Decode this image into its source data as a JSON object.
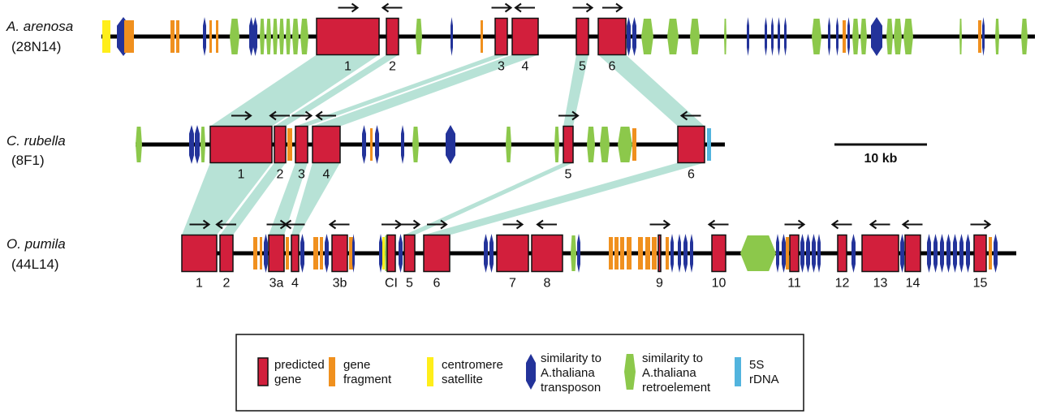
{
  "colors": {
    "gene": "#d21f3c",
    "fragment": "#f0901e",
    "centromere": "#ffee1a",
    "transposon": "#23339a",
    "retroelement": "#8cc84b",
    "rdna": "#52b4de",
    "synteny": "#9fd8c8",
    "line": "#000000"
  },
  "tracks": [
    {
      "id": "arenosa",
      "species": "A. arenosa",
      "clone": "(28N14)",
      "genes": [
        {
          "label": "1",
          "dir": "right"
        },
        {
          "label": "2",
          "dir": "left"
        },
        {
          "label": "3",
          "dir": "right"
        },
        {
          "label": "4",
          "dir": "left"
        },
        {
          "label": "5",
          "dir": "right"
        },
        {
          "label": "6",
          "dir": "right"
        }
      ]
    },
    {
      "id": "rubella",
      "species": "C. rubella",
      "clone": "(8F1)",
      "genes": [
        {
          "label": "1",
          "dir": "right"
        },
        {
          "label": "2",
          "dir": "left"
        },
        {
          "label": "3",
          "dir": "right"
        },
        {
          "label": "4",
          "dir": "left"
        },
        {
          "label": "5",
          "dir": "right"
        },
        {
          "label": "6",
          "dir": "left"
        }
      ]
    },
    {
      "id": "pumila",
      "species": "O. pumila",
      "clone": "(44L14)",
      "genes": [
        {
          "label": "1",
          "dir": "right"
        },
        {
          "label": "2",
          "dir": "left"
        },
        {
          "label": "3a",
          "dir": "right"
        },
        {
          "label": "4",
          "dir": "left"
        },
        {
          "label": "3b",
          "dir": "left"
        },
        {
          "label": "CI",
          "dir": "right"
        },
        {
          "label": "5",
          "dir": "right"
        },
        {
          "label": "6",
          "dir": "right"
        },
        {
          "label": "7",
          "dir": "right"
        },
        {
          "label": "8",
          "dir": "left"
        },
        {
          "label": "9",
          "dir": "right"
        },
        {
          "label": "10",
          "dir": "left"
        },
        {
          "label": "11",
          "dir": "right"
        },
        {
          "label": "12",
          "dir": "left"
        },
        {
          "label": "13",
          "dir": "left"
        },
        {
          "label": "14",
          "dir": "left"
        },
        {
          "label": "15",
          "dir": "right"
        }
      ]
    }
  ],
  "scale_bar": {
    "label": "10 kb"
  },
  "legend": [
    {
      "key": "gene",
      "text": [
        "predicted",
        "gene"
      ]
    },
    {
      "key": "fragment",
      "text": [
        "gene",
        "fragment"
      ]
    },
    {
      "key": "centromere",
      "text": [
        "centromere",
        "satellite"
      ]
    },
    {
      "key": "transposon",
      "text": [
        "similarity to",
        "A.thaliana",
        "transposon"
      ]
    },
    {
      "key": "retroelement",
      "text": [
        "similarity to",
        "A.thaliana",
        "retroelement"
      ]
    },
    {
      "key": "rdna",
      "text": [
        "5S",
        "rDNA"
      ]
    }
  ]
}
